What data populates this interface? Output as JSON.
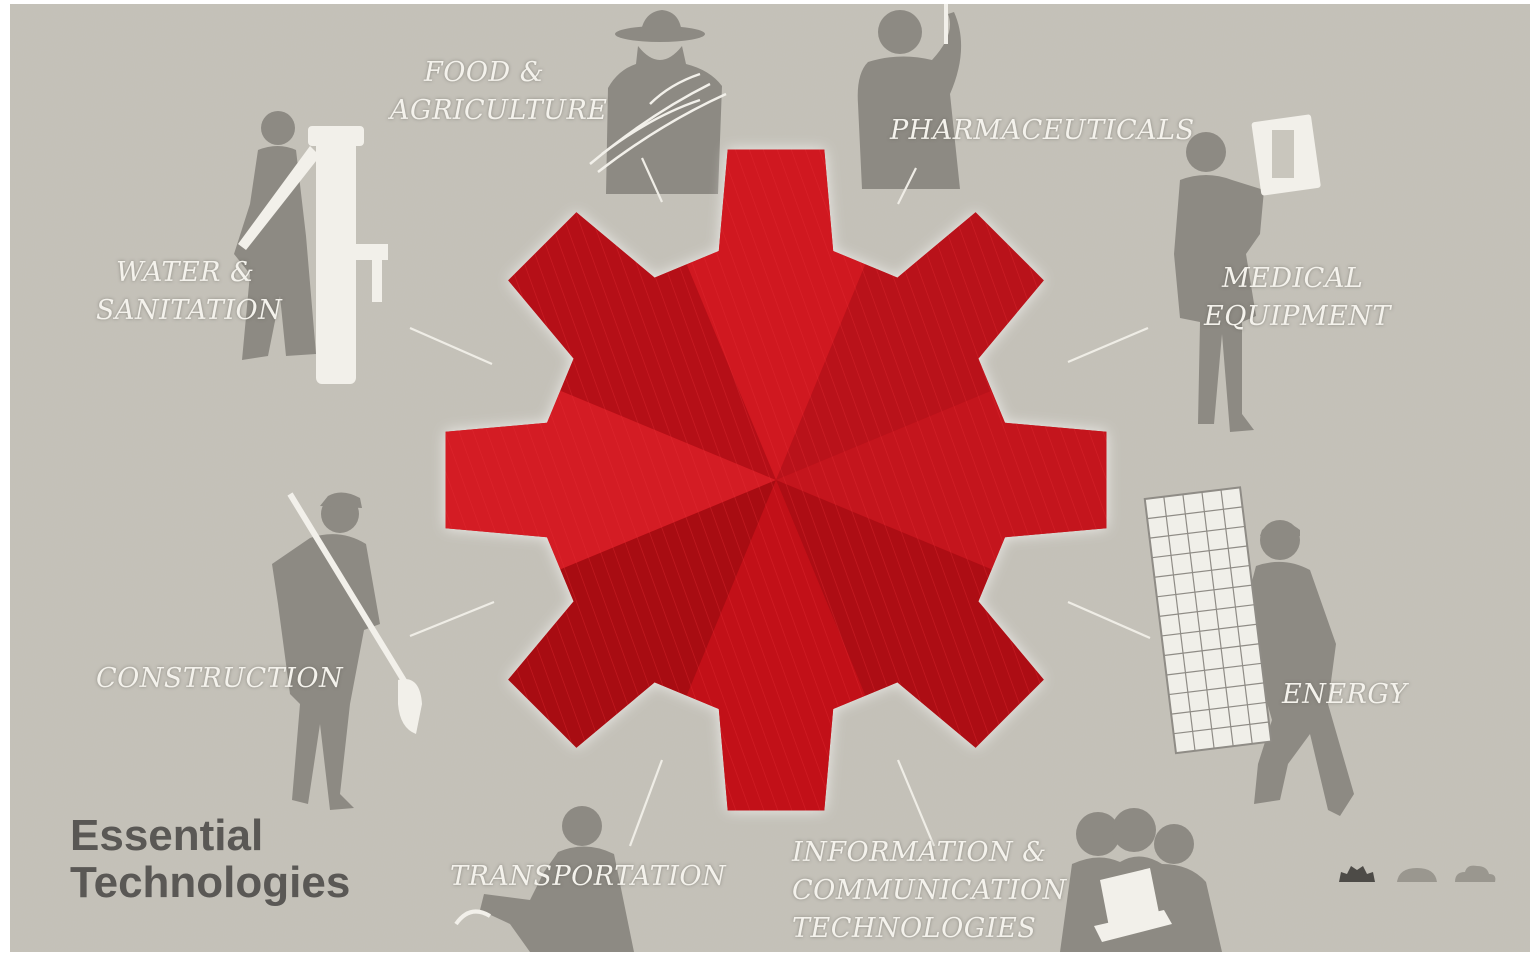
{
  "title_lines": [
    "Essential",
    "Technologies"
  ],
  "sectors": [
    {
      "id": "food-agriculture",
      "lines": [
        "FOOD &",
        "AGRICULTURE"
      ]
    },
    {
      "id": "pharmaceuticals",
      "lines": [
        "PHARMACEUTICALS"
      ]
    },
    {
      "id": "water-sanitation",
      "lines": [
        "WATER &",
        "SANITATION"
      ]
    },
    {
      "id": "medical-equipment",
      "lines": [
        "MEDICAL",
        "EQUIPMENT"
      ]
    },
    {
      "id": "construction",
      "lines": [
        "CONSTRUCTION"
      ]
    },
    {
      "id": "energy",
      "lines": [
        "ENERGY"
      ]
    },
    {
      "id": "transportation",
      "lines": [
        "TRANSPORTATION"
      ]
    },
    {
      "id": "ict",
      "lines": [
        "INFORMATION &",
        "COMMUNICATION",
        "TECHNOLOGIES"
      ]
    }
  ],
  "gear_color": "#c8141c",
  "background_color": "#c4c1b8",
  "silhouette_color": "#8d8a83",
  "nav_icons": [
    "gear-icon",
    "cloud-icon",
    "cloud-icon"
  ]
}
